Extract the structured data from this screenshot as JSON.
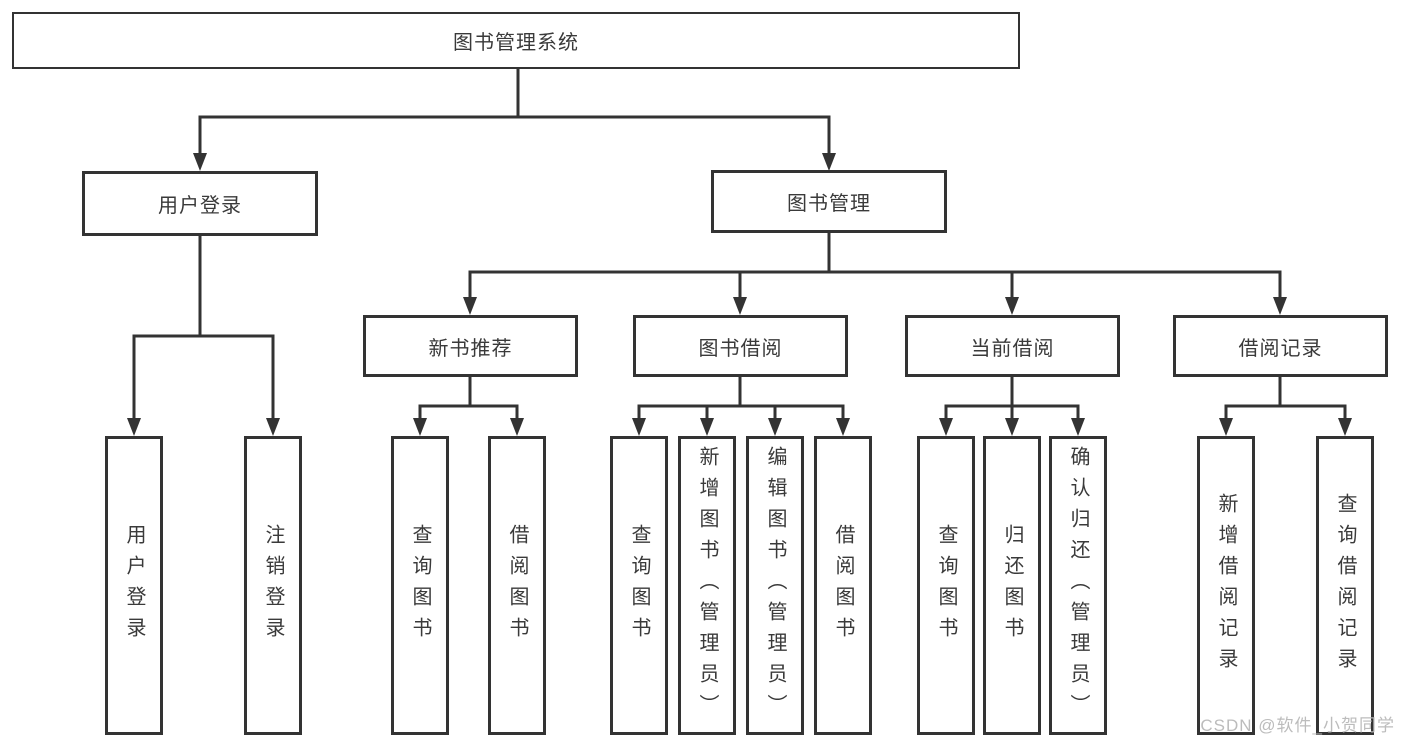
{
  "diagram": {
    "title_node": "图书管理系统",
    "nodes": {
      "root": "图书管理系统",
      "user_login": "用户登录",
      "book_mgmt": "图书管理",
      "new_book_rec": "新书推荐",
      "book_borrow": "图书借阅",
      "current_borrow": "当前借阅",
      "borrow_record": "借阅记录",
      "leaf_user_login": "用户登录",
      "leaf_logout": "注销登录",
      "leaf_rec_query": "查询图书",
      "leaf_rec_borrow": "借阅图书",
      "leaf_bb_query": "查询图书",
      "leaf_bb_add": "新增图书（管理员）",
      "leaf_bb_edit": "编辑图书（管理员）",
      "leaf_bb_borrow": "借阅图书",
      "leaf_cb_query": "查询图书",
      "leaf_cb_return": "归还图书",
      "leaf_cb_confirm": "确认归还（管理员）",
      "leaf_br_add": "新增借阅记录",
      "leaf_br_query": "查询借阅记录"
    },
    "edges": [
      "图书管理系统→用户登录",
      "图书管理系统→图书管理",
      "用户登录→用户登录",
      "用户登录→注销登录",
      "图书管理→新书推荐",
      "图书管理→图书借阅",
      "图书管理→当前借阅",
      "图书管理→借阅记录",
      "新书推荐→查询图书",
      "新书推荐→借阅图书",
      "图书借阅→查询图书",
      "图书借阅→新增图书（管理员）",
      "图书借阅→编辑图书（管理员）",
      "图书借阅→借阅图书",
      "当前借阅→查询图书",
      "当前借阅→归还图书",
      "当前借阅→确认归还（管理员）",
      "借阅记录→新增借阅记录",
      "借阅记录→查询借阅记录"
    ],
    "colors": {
      "background": "#ffffff",
      "box_fill": "#ffffff",
      "box_border": "#333333",
      "line": "#333333",
      "text": "#3a3a3a",
      "watermark": "#b8b8b8"
    },
    "watermark": "CSDN @软件_小贺同学"
  }
}
